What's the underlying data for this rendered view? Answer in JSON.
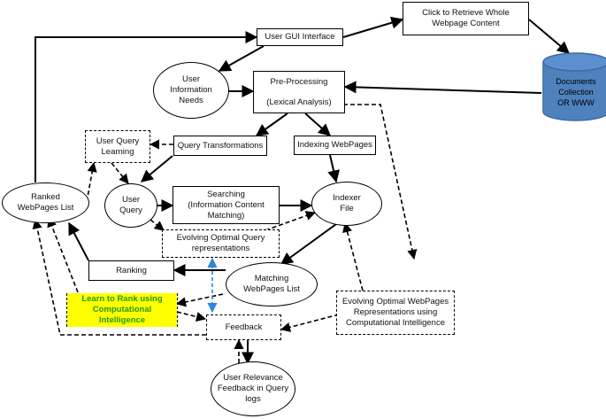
{
  "nodes": {
    "retrieve": "Click to Retrieve Whole\nWebpage Content",
    "gui": "User GUI Interface",
    "documents": "Documents\nCollection\nOR  WWW",
    "info_needs": "User\nInformation\nNeeds",
    "preprocessing_title": "Pre-Processing",
    "preprocessing_sub": "(Lexical Analysis)",
    "query_learning": "User Query\nLearning",
    "query_transform": "Query Transformations",
    "indexing": "Indexing WebPages",
    "ranked_list": "Ranked\nWebPages List",
    "user_query": "User\nQuery",
    "searching": "Searching\n(Information Content\nMatching)",
    "indexer": "Indexer\nFile",
    "evolving_query": "Evolving Optimal Query\nrepresentations",
    "ranking": "Ranking",
    "matching": "Matching\nWebPages List",
    "learn_rank": "Learn to Rank using\nComputational Intelligence",
    "evolving_web": "Evolving Optimal WebPages\nRepresentations using\nComputational Intelligence",
    "feedback": "Feedback",
    "relevance": "User Relevance\nFeedback in Query\nlogs"
  },
  "colors": {
    "line": "#000000",
    "cylinder_fill": "#4f81bd",
    "cylinder_top": "#5b8fd0",
    "highlight_bg": "#ffff00",
    "highlight_text": "#1f9a1f",
    "blue_arrow": "#2e86de"
  }
}
